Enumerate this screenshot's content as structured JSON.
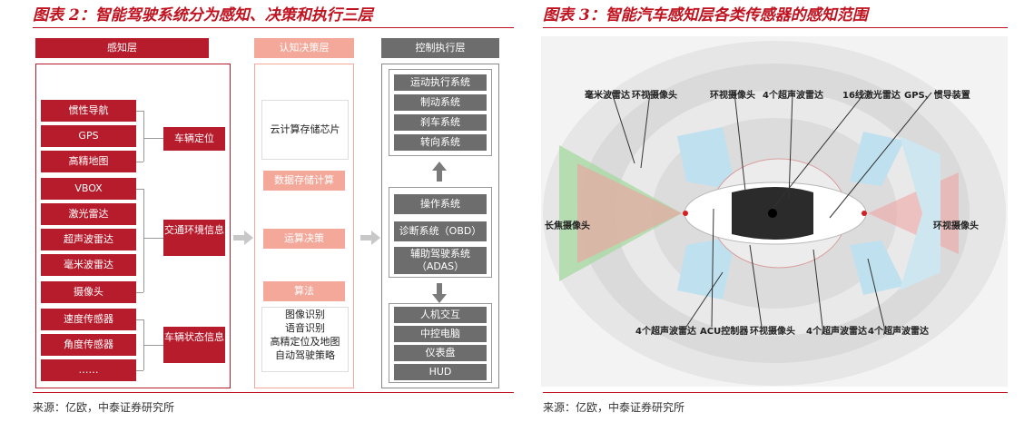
{
  "left": {
    "title": "图表 2：智能驾驶系统分为感知、决策和执行三层",
    "source": "来源：亿欧，中泰证券研究所",
    "perception": {
      "header": "感知层",
      "items": [
        "惯性导航",
        "GPS",
        "高精地图",
        "VBOX",
        "激光雷达",
        "超声波雷达",
        "毫米波雷达",
        "摄像头",
        "速度传感器",
        "角度传感器",
        "……"
      ],
      "groups": [
        "车辆定位",
        "交通环境信息",
        "车辆状态信息"
      ]
    },
    "decision": {
      "header": "认知决策层",
      "cloud": "云计算存储芯片",
      "data_calc": "数据存储计算",
      "compute": "运算决策",
      "algo": "算法",
      "algo_items": [
        "图像识别",
        "语音识别",
        "高精定位及地图",
        "自动驾驶策略"
      ]
    },
    "execution": {
      "header": "控制执行层",
      "group1": [
        "运动执行系统",
        "制动系统",
        "刹车系统",
        "转向系统"
      ],
      "group2": [
        "操作系统",
        "诊断系统（OBD）",
        "辅助驾驶系统（ADAS）"
      ],
      "group3": [
        "人机交互",
        "中控电脑",
        "仪表盘",
        "HUD"
      ]
    }
  },
  "right": {
    "title": "图表 3：智能汽车感知层各类传感器的感知范围",
    "source": "来源：亿欧，中泰证券研究所",
    "labels": {
      "mmwave": "毫米波雷达",
      "surround1": "环视摄像头",
      "surround2": "环视摄像头",
      "ultra4_top": "4个超声波雷达",
      "lidar16": "16线激光雷达",
      "gps": "GPS、惯导装置",
      "longfocus": "长焦摄像头",
      "surround_right": "环视摄像头",
      "ultra4_b1": "4个超声波雷达",
      "acu": "ACU控制器",
      "surround_bottom": "环视摄像头",
      "ultra4_b2": "4个超声波雷达",
      "ultra4_b3": "4个超声波雷达"
    }
  }
}
